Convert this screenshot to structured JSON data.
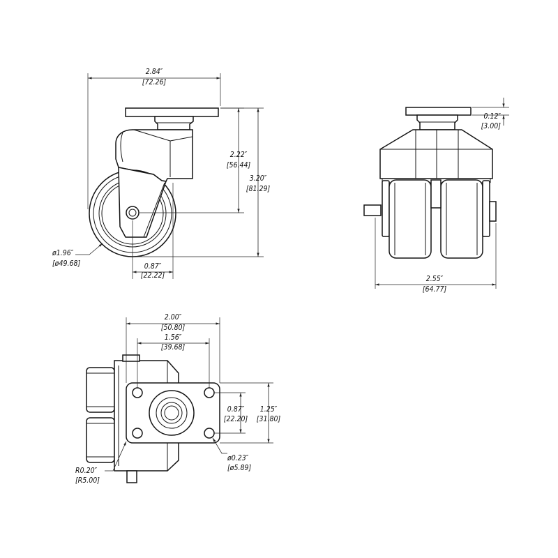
{
  "side_view": {
    "overall_width_in": "2.84″",
    "overall_width_mm": "[72.26]",
    "axle_height_in": "2.22″",
    "axle_height_mm": "[56.44]",
    "total_height_in": "3.20″",
    "total_height_mm": "[81.29]",
    "wheel_diameter_in": "ø1.96″",
    "wheel_diameter_mm": "[ø49.68]",
    "swivel_offset_in": "0.87″",
    "swivel_offset_mm": "[22.22]"
  },
  "front_view": {
    "plate_thickness_in": "0.12″",
    "plate_thickness_mm": "[3.00]",
    "overall_width_in": "2.55″",
    "overall_width_mm": "[64.77]"
  },
  "top_view": {
    "plate_width_in": "2.00″",
    "plate_width_mm": "[50.80]",
    "hole_spacing_x_in": "1.56″",
    "hole_spacing_x_mm": "[39.68]",
    "hole_spacing_y_in": "0.87″",
    "hole_spacing_y_mm": "[22.20]",
    "plate_length_in": "1.25″",
    "plate_length_mm": "[31.80]",
    "hole_diameter_in": "ø0.23″",
    "hole_diameter_mm": "[ø5.89]",
    "corner_radius_in": "R0.20″",
    "corner_radius_mm": "[R5.00]"
  }
}
